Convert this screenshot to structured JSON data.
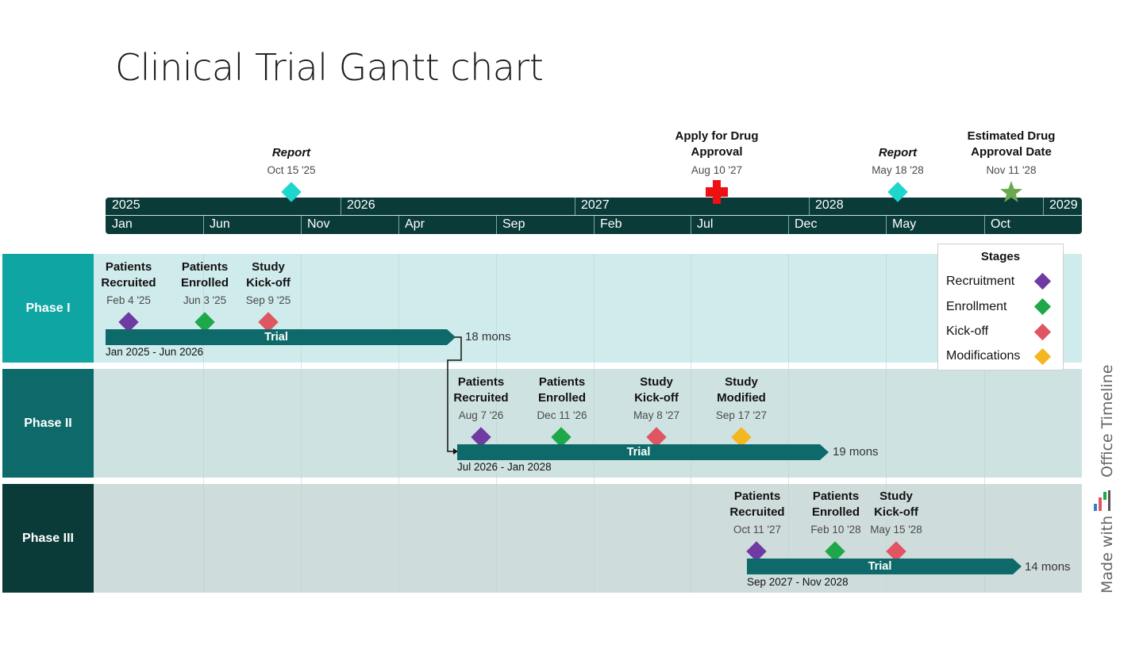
{
  "title": "Clinical Trial Gantt chart",
  "colors": {
    "scale": "#0b3b39",
    "phase1_label": "#0ea5a3",
    "phase2_label": "#0e6a6a",
    "phase3_label": "#0b3b39",
    "phase1_bg": "#d0ebeb",
    "phase2_bg": "#cfe2e2",
    "phase3_bg": "#cfdcdc",
    "bar": "#0e6a6a",
    "recruitment": "#6f3aa1",
    "enrollment": "#1fa84a",
    "kickoff": "#e05562",
    "modifications": "#f5b720",
    "report": "#1fd6cf",
    "apply": "#ee1111",
    "estimated": "#6aa84f"
  },
  "timescale": {
    "years": [
      "2025",
      "2026",
      "2027",
      "2028",
      "2029"
    ],
    "months": [
      "Jan",
      "Jun",
      "Nov",
      "Apr",
      "Sep",
      "Feb",
      "Jul",
      "Dec",
      "May",
      "Oct"
    ]
  },
  "top_milestones": [
    {
      "title": "Report",
      "date": "Oct 15 '25",
      "italic": true,
      "icon": "diamond-icon",
      "color": "report"
    },
    {
      "title": "Apply for Drug\nApproval",
      "date": "Aug 10 '27",
      "italic": false,
      "icon": "plus-icon",
      "color": "apply"
    },
    {
      "title": "Report",
      "date": "May 18 '28",
      "italic": true,
      "icon": "diamond-icon",
      "color": "report"
    },
    {
      "title": "Estimated Drug\nApproval Date",
      "date": "Nov 11 '28",
      "italic": false,
      "icon": "star-icon",
      "color": "estimated"
    }
  ],
  "phases": [
    {
      "label": "Phase I",
      "bar_label": "Trial",
      "duration": "18 mons",
      "range": "Jan 2025 - Jun 2026",
      "milestones": [
        {
          "title": "Patients\nRecruited",
          "date": "Feb 4 '25",
          "stage": "recruitment"
        },
        {
          "title": "Patients\nEnrolled",
          "date": "Jun 3 '25",
          "stage": "enrollment"
        },
        {
          "title": "Study\nKick-off",
          "date": "Sep 9 '25",
          "stage": "kickoff"
        }
      ]
    },
    {
      "label": "Phase II",
      "bar_label": "Trial",
      "duration": "19 mons",
      "range": "Jul 2026 - Jan 2028",
      "milestones": [
        {
          "title": "Patients\nRecruited",
          "date": "Aug 7 '26",
          "stage": "recruitment"
        },
        {
          "title": "Patients\nEnrolled",
          "date": "Dec 11 '26",
          "stage": "enrollment"
        },
        {
          "title": "Study\nKick-off",
          "date": "May 8 '27",
          "stage": "kickoff"
        },
        {
          "title": "Study\nModified",
          "date": "Sep 17 '27",
          "stage": "modifications"
        }
      ]
    },
    {
      "label": "Phase III",
      "bar_label": "Trial",
      "duration": "14 mons",
      "range": "Sep 2027 - Nov 2028",
      "milestones": [
        {
          "title": "Patients\nRecruited",
          "date": "Oct 11 '27",
          "stage": "recruitment"
        },
        {
          "title": "Patients\nEnrolled",
          "date": "Feb 10 '28",
          "stage": "enrollment"
        },
        {
          "title": "Study\nKick-off",
          "date": "May 15 '28",
          "stage": "kickoff"
        }
      ]
    }
  ],
  "legend": {
    "title": "Stages",
    "items": [
      {
        "label": "Recruitment",
        "stage": "recruitment"
      },
      {
        "label": "Enrollment",
        "stage": "enrollment"
      },
      {
        "label": "Kick-off",
        "stage": "kickoff"
      },
      {
        "label": "Modifications",
        "stage": "modifications"
      }
    ]
  },
  "branding": {
    "prefix": "Made with",
    "name": "Office Timeline"
  }
}
